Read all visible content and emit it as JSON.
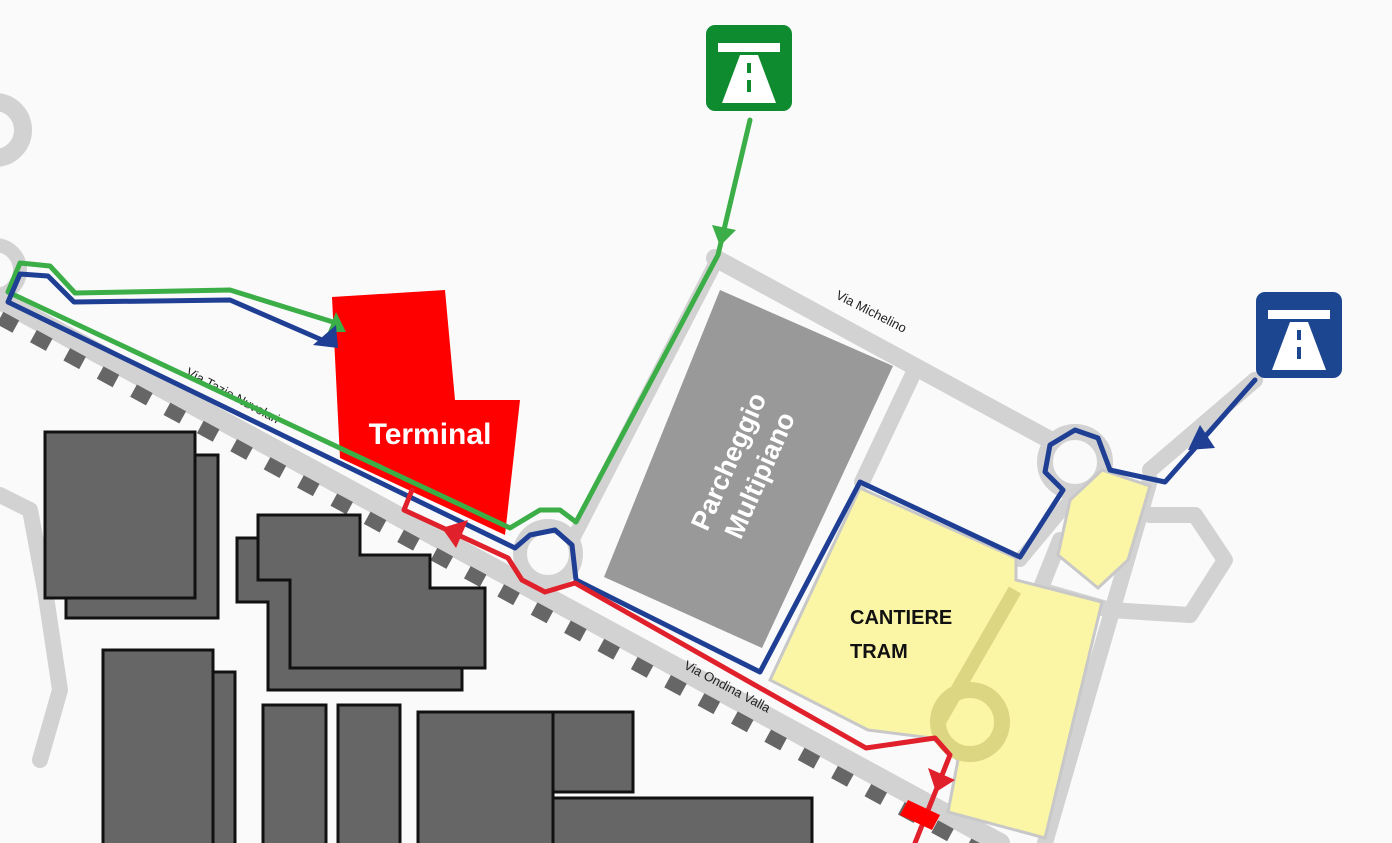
{
  "colors": {
    "green_route": "#3cae48",
    "blue_route": "#1f3f94",
    "red_route": "#e0202a",
    "terminal": "#ff0000",
    "parking": "#999999",
    "cantiere": "#fbf5a6",
    "building": "#666666",
    "road": "#d2d2d2",
    "motorway_green": "#0e8a2f",
    "motorway_blue": "#1d4690"
  },
  "labels": {
    "terminal": "Terminal",
    "parking_line1": "Parcheggio",
    "parking_line2": "Multipiano",
    "cantiere_line1": "CANTIERE",
    "cantiere_line2": "TRAM",
    "via_tazio": "Via Tazio Nuvolari",
    "via_michelino": "Via Michelino",
    "via_ondina": "Via Ondina Valla"
  },
  "icons": {
    "motorway_north": "motorway-icon",
    "motorway_east": "motorway-icon"
  }
}
